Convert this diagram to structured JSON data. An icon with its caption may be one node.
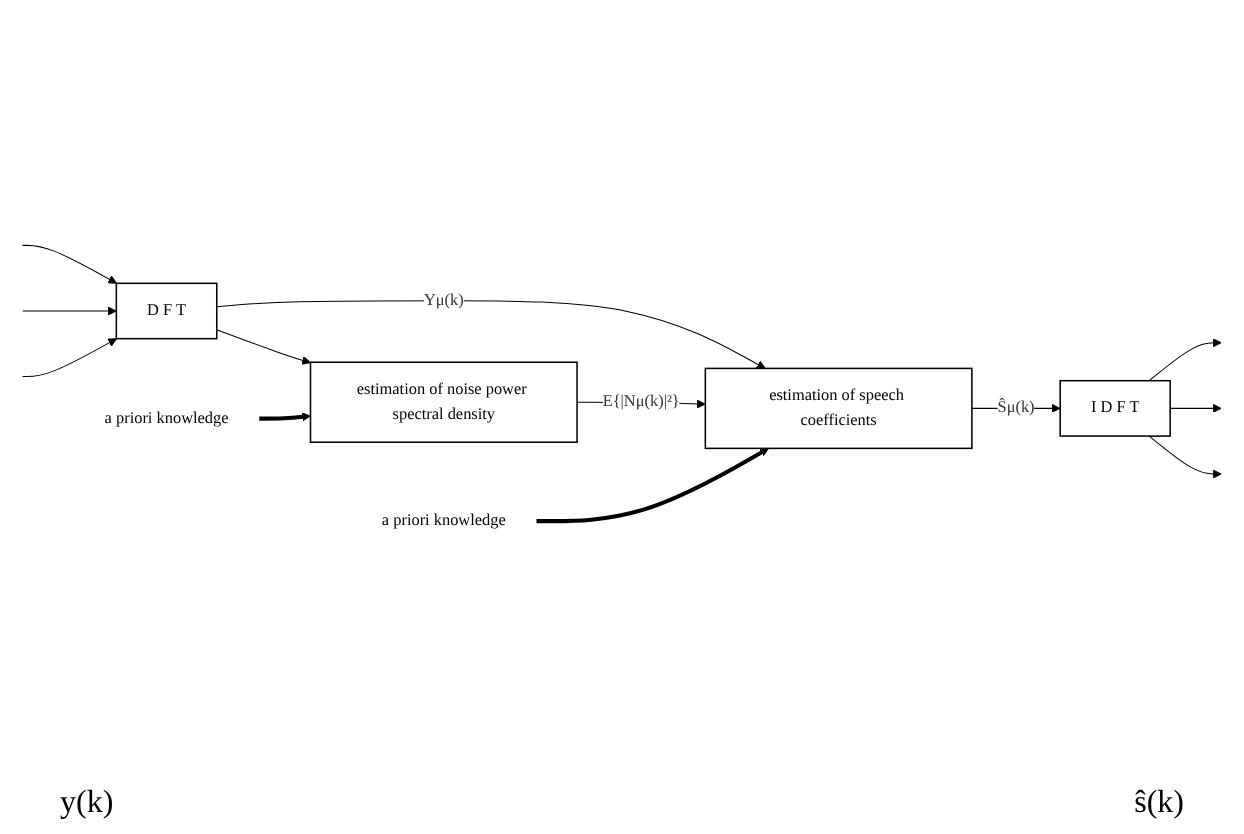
{
  "diagram": {
    "nodes": [
      {
        "text": [
          "D F T"
        ]
      },
      {
        "text": [
          "estimation of speech coefficients"
        ]
      },
      {
        "text": [
          "estimation of noise power spectral density"
        ]
      },
      {
        "text": [
          "I D F T"
        ]
      },
      {
        "text": [
          "a priori knowledge"
        ]
      },
      {
        "text": [
          "a priori knowledge"
        ]
      }
    ],
    "edges": [
      {
        "from": null,
        "to": 0,
        "arrow": "to"
      },
      {
        "from": null,
        "to": 0,
        "arrow": "to"
      },
      {
        "from": null,
        "to": 0,
        "arrow": "to"
      },
      {
        "from": 0,
        "to": 1,
        "arrow": "to",
        "label": "Yμ(k)"
      },
      {
        "from": 0,
        "to": 2,
        "arrow": "to"
      },
      {
        "from": 2,
        "to": 1,
        "arrow": "to",
        "label": "E{|Nμ(k)|²}"
      },
      {
        "from": 1,
        "to": 3,
        "arrow": "to",
        "label": "Ŝμ(k)"
      },
      {
        "from": 3,
        "to": null,
        "arrow": "to"
      },
      {
        "from": 3,
        "to": null,
        "arrow": "to"
      },
      {
        "from": 3,
        "to": null,
        "arrow": "to"
      },
      {
        "from": 4,
        "to": 1,
        "arrow": "to",
        "style": "thick"
      },
      {
        "from": 5,
        "to": 2,
        "arrow": "to",
        "style": "thick"
      }
    ],
    "labels": [
      "y(k)",
      "ŝ(k)"
    ]
  }
}
